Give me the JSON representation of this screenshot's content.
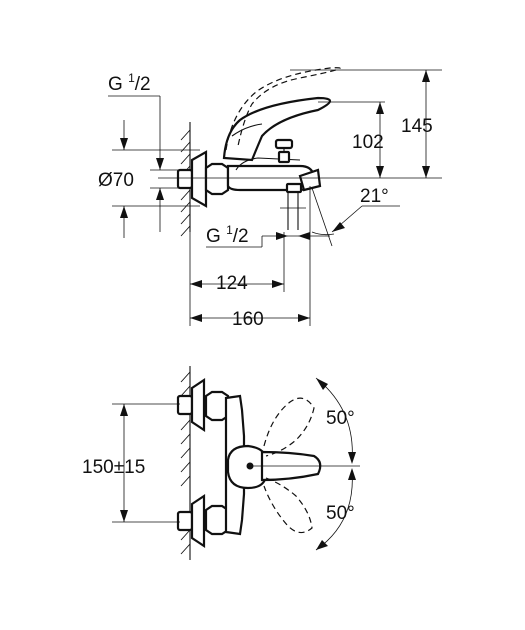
{
  "top_view": {
    "thread_top": {
      "base": "G ",
      "sup": "1",
      "tail": "/2"
    },
    "thread_bottom": {
      "base": "G ",
      "sup": "1",
      "tail": "/2"
    },
    "diameter": "Ø70",
    "height_102": "102",
    "height_145": "145",
    "angle": "21°",
    "width_124": "124",
    "width_160": "160"
  },
  "front_view": {
    "spacing": "150±15",
    "angle_top": "50°",
    "angle_bottom": "50°"
  }
}
